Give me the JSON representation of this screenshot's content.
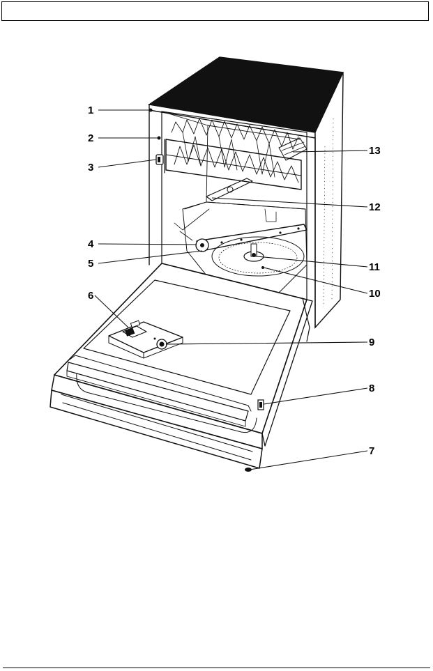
{
  "header": {
    "text": ""
  },
  "figure": {
    "callouts": [
      {
        "id": "1",
        "label": "1"
      },
      {
        "id": "2",
        "label": "2"
      },
      {
        "id": "3",
        "label": "3"
      },
      {
        "id": "4",
        "label": "4"
      },
      {
        "id": "5",
        "label": "5"
      },
      {
        "id": "6",
        "label": "6"
      },
      {
        "id": "7",
        "label": "7"
      },
      {
        "id": "8",
        "label": "8"
      },
      {
        "id": "9",
        "label": "9"
      },
      {
        "id": "10",
        "label": "10"
      },
      {
        "id": "11",
        "label": "11"
      },
      {
        "id": "12",
        "label": "12"
      },
      {
        "id": "13",
        "label": "13"
      }
    ]
  }
}
